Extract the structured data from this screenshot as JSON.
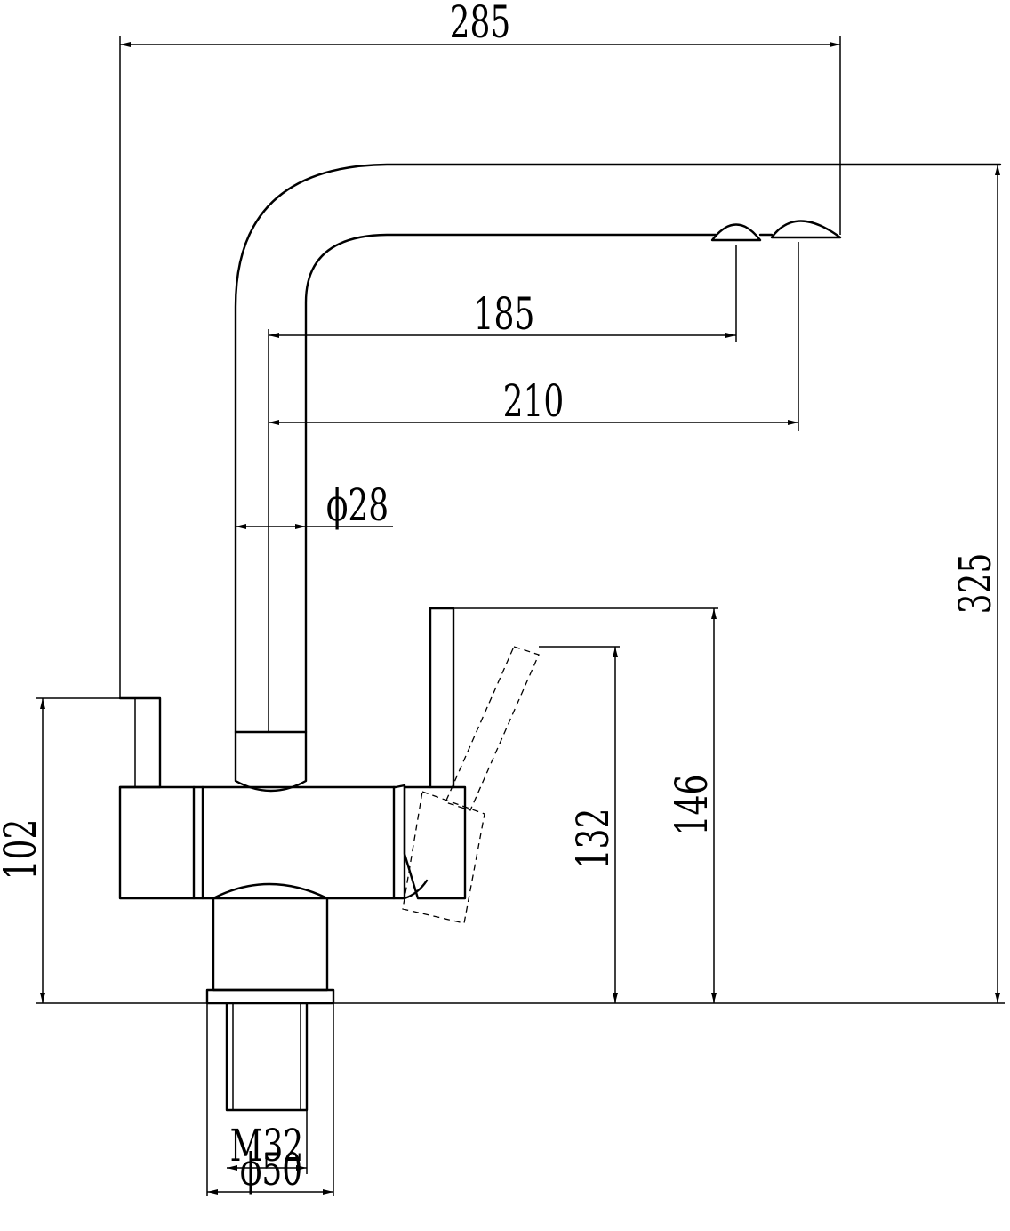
{
  "drawing": {
    "subject": "kitchen faucet side elevation",
    "line_color": "#000000",
    "background": "#ffffff"
  },
  "dimensions": {
    "overall_width": "285",
    "outlet_185": "185",
    "outlet_210": "210",
    "spout_diameter": "ϕ28",
    "overall_height": "325",
    "handle_132": "132",
    "handle_146": "146",
    "body_height": "102",
    "thread": "M32",
    "base_diameter": "ϕ50"
  }
}
